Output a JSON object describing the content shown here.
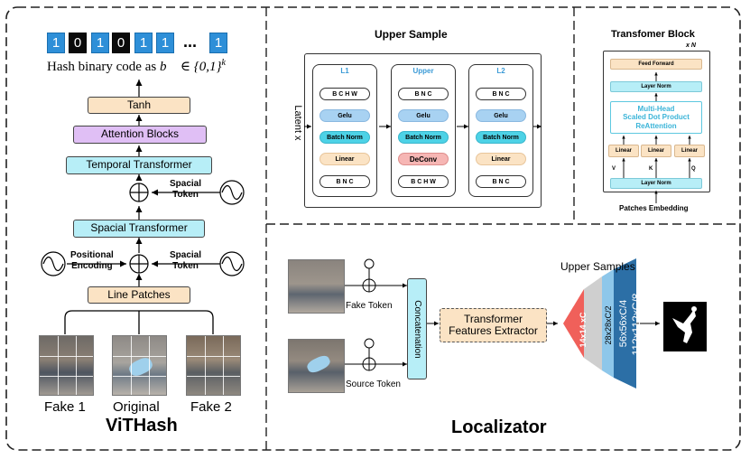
{
  "vithash": {
    "title": "ViTHash",
    "bits": [
      "1",
      "0",
      "1",
      "0",
      "1",
      "1",
      "1"
    ],
    "ellipsis": "...",
    "hash_caption_prefix": "Hash binary code as",
    "hash_caption_math": "b⃗ ∈ {0,1}",
    "hash_caption_exp": "k",
    "blocks": {
      "tanh": "Tanh",
      "attention": "Attention Blocks",
      "temporal": "Temporal Transformer",
      "spacial": "Spacial Transformer",
      "line_patches": "Line Patches"
    },
    "spacial_token_label_1": "Spacial",
    "spacial_token_label_2": "Token",
    "positional_label_1": "Positional",
    "positional_label_2": "Encoding",
    "frames": [
      "Fake 1",
      "Original",
      "Fake 2"
    ]
  },
  "upper_sample": {
    "title": "Upper Sample",
    "latent_label": "Latent x",
    "columns": [
      {
        "title": "L1",
        "top": "B C H W",
        "gelu": "Gelu",
        "bn": "Batch Norm",
        "mid": "Linear",
        "bottom": "B N C"
      },
      {
        "title": "Upper",
        "top": "B N C",
        "gelu": "Gelu",
        "bn": "Batch Norm",
        "mid": "DeConv",
        "bottom": "B C H W"
      },
      {
        "title": "L2",
        "top": "B N C",
        "gelu": "Gelu",
        "bn": "Batch Norm",
        "mid": "Linear",
        "bottom": "B N C"
      }
    ]
  },
  "transformer_block": {
    "title": "Transfomer Block",
    "xn": "x N",
    "feed_forward": "Feed Forward",
    "layer_norm_top": "Layer Norm",
    "attention_1": "Multi-Head",
    "attention_2": "Scaled Dot Product",
    "attention_3": "ReAttention",
    "linears": [
      "Linear",
      "Linear",
      "Linear"
    ],
    "vkq": [
      "V",
      "K",
      "Q"
    ],
    "layer_norm_bottom": "Layer Norm",
    "footer": "Patches Embedding"
  },
  "localizator": {
    "title": "Localizator",
    "fake_token": "Fake Token",
    "source_token": "Source Token",
    "concatenation": "Concatenation",
    "extractor_1": "Transformer",
    "extractor_2": "Features Extractor",
    "upper_samples": "Upper Samples",
    "stages": [
      "14x14 xC",
      "28x28xC/2",
      "56x56xC/4",
      "112x112xC/8"
    ],
    "colors": {
      "stage1": "#f0605a",
      "stage2": "#cfcfcf",
      "stage3": "#8ec7ea",
      "stage4": "#2c6fa6"
    }
  },
  "colors": {
    "bit_blue": "#2e8fd8",
    "tanh": "#fbe3c4",
    "attention": "#e0bff5",
    "temporal": "#b7eef7",
    "spacial": "#b7eef7",
    "line_patches": "#fbe3c4",
    "concat": "#b7eef7",
    "extractor": "#fbe3c4"
  }
}
